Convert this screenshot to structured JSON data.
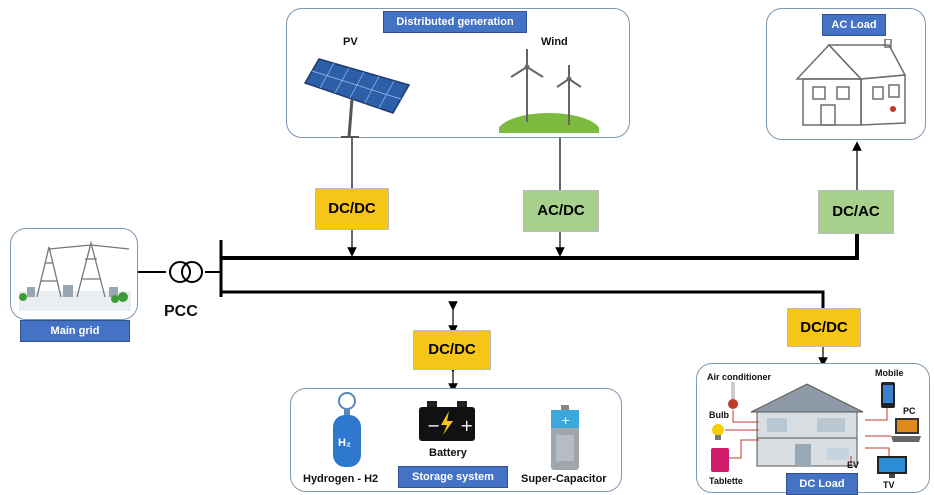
{
  "distributed_generation": {
    "title": "Distributed generation",
    "pv_label": "PV",
    "wind_label": "Wind"
  },
  "ac_load": {
    "title": "AC Load"
  },
  "main_grid": {
    "title": "Main grid",
    "pcc_label": "PCC"
  },
  "converters": {
    "pv": "DC/DC",
    "wind": "AC/DC",
    "ac_load": "DC/AC",
    "storage": "DC/DC",
    "dc_load": "DC/DC"
  },
  "storage_system": {
    "title": "Storage system",
    "hydrogen_label": "Hydrogen - H2",
    "battery_label": "Battery",
    "supercap_label": "Super-Capacitor",
    "h2_symbol": "H₂"
  },
  "dc_load": {
    "title": "DC Load",
    "air_conditioner": "Air conditioner",
    "bulb": "Bulb",
    "tablette": "Tablette",
    "mobile": "Mobile",
    "pc": "PC",
    "ev": "EV",
    "tv": "TV"
  }
}
